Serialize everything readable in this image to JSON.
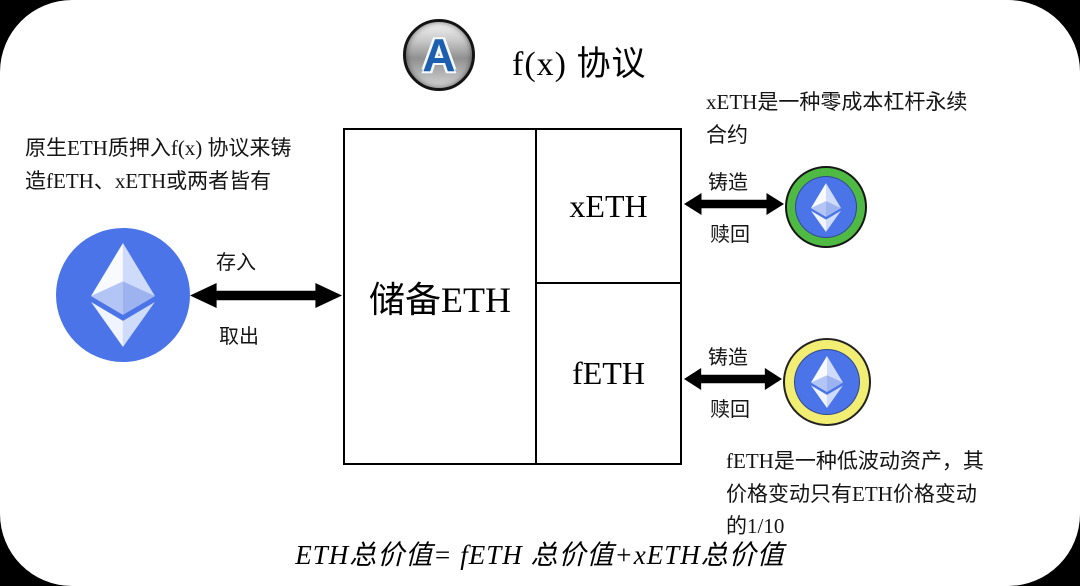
{
  "header": {
    "logo_letter": "A",
    "title": "f(x) 协议"
  },
  "annotations": {
    "left_note": "原生ETH质押入f(x) 协议来铸\n造fETH、xETH或两者皆有",
    "xeth_note": "xETH是一种零成本杠杆永续\n合约",
    "feth_note": "fETH是一种低波动资产，其\n价格变动只有ETH价格变动\n的1/10",
    "formula": "ETH总价值= fETH 总价值+xETH总价值"
  },
  "reserve_box": {
    "reserve_label": "储备ETH",
    "xeth_label": "xETH",
    "feth_label": "fETH"
  },
  "flows": {
    "deposit_label": "存入",
    "withdraw_label": "取出",
    "xeth_mint_label": "铸造",
    "xeth_redeem_label": "赎回",
    "feth_mint_label": "铸造",
    "feth_redeem_label": "赎回"
  },
  "colors": {
    "eth_blue": "#4A74E8",
    "xeth_ring_green": "#4EBA44",
    "feth_ring_yellow": "#F2EE73",
    "logo_letter_blue": "#1B5FAE",
    "arrow_black": "#000000"
  },
  "icons": {
    "logo": "fx-protocol-badge-icon",
    "coin": "ethereum-icon",
    "arrow": "double-headed-arrow-icon"
  }
}
